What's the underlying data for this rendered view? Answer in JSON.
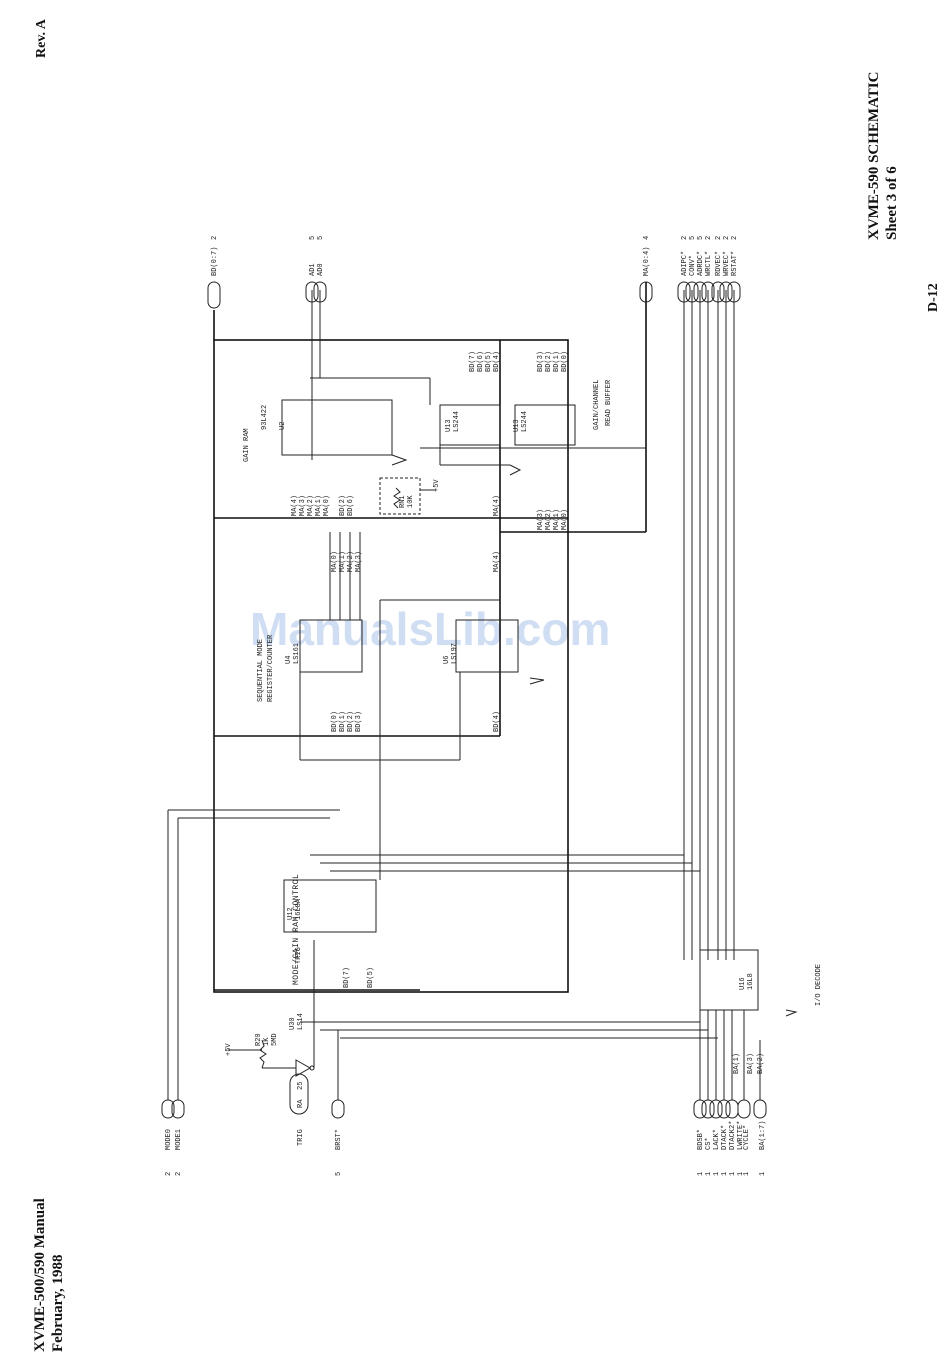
{
  "header": {
    "revision": "Rev. A",
    "manual_title": "XVME-500/590 Manual",
    "manual_date": "February, 1988",
    "schematic_title": "XVME-590 SCHEMATIC",
    "schematic_sheet": "Sheet 3 of 6",
    "page_number": "D-12"
  },
  "watermark": "ManualsLib.com",
  "blocks": {
    "mode_control": "MODE/GAIN RAM CONTROL",
    "sequential_1": "SEQUENTIAL MODE",
    "sequential_2": "REGISTER/COUNTER",
    "gain_ram": "GAIN RAM",
    "read_buffer_1": "GAIN/CHANNEL",
    "read_buffer_2": "READ BUFFER",
    "io_decode": "I/O DECODE"
  },
  "components": {
    "u12": "U12",
    "u12_type": "16L8A",
    "u16": "U16",
    "u16_type": "16L8",
    "u4": "U4",
    "u4_type": "LS161",
    "u6": "U6",
    "u6_type": "LS197",
    "u2": "U2",
    "u2_type": "93L422",
    "u13a": "U13",
    "u13a_type": "LS244",
    "u13b": "U13",
    "u13b_type": "LS244",
    "u30": "U30",
    "u30_type": "LS14",
    "rn1": "RN1",
    "rn1_value": "10K",
    "r20": "R20",
    "r20_value": "1K",
    "r20_extra": "5MD",
    "vcc": "+5V"
  },
  "signals_left": [
    {
      "name": "MODE0",
      "sheet": "2"
    },
    {
      "name": "MODE1",
      "sheet": "2"
    },
    {
      "name": "TRIG",
      "sheet": ""
    },
    {
      "name": "BRST*",
      "sheet": "5"
    },
    {
      "name": "BDSB*",
      "sheet": "1"
    },
    {
      "name": "CS*",
      "sheet": "1"
    },
    {
      "name": "LACK*",
      "sheet": "1"
    },
    {
      "name": "DTACK*",
      "sheet": "1"
    },
    {
      "name": "DTACK2*",
      "sheet": "1"
    },
    {
      "name": "LWRITE*",
      "sheet": "1"
    },
    {
      "name": "CYCLE*",
      "sheet": "1"
    },
    {
      "name": "BA(1:7)",
      "sheet": "1"
    }
  ],
  "signals_right": [
    {
      "name": "BD(0:7)",
      "sheet": "2"
    },
    {
      "name": "AD1",
      "sheet": "5"
    },
    {
      "name": "AD0",
      "sheet": "5"
    },
    {
      "name": "MA(0:4)",
      "sheet": "4"
    },
    {
      "name": "ADIPC*",
      "sheet": "2"
    },
    {
      "name": "CONV*",
      "sheet": "5"
    },
    {
      "name": "ADRDC*",
      "sheet": "5"
    },
    {
      "name": "WRCTL*",
      "sheet": "2"
    },
    {
      "name": "RDVEC*",
      "sheet": "2"
    },
    {
      "name": "WRVEC*",
      "sheet": "2"
    },
    {
      "name": "RSTAT*",
      "sheet": "2"
    }
  ],
  "bus_labels": {
    "bd7": "BD(7)",
    "bd5": "BD(5)",
    "bd0": "BD(0)",
    "bd1": "BD(1)",
    "bd2": "BD(2)",
    "bd3": "BD(3)",
    "bd4": "BD(4)",
    "bd6": "BD(6)",
    "ma4": "MA(4)",
    "ma3": "MA(3)",
    "ma2": "MA(2)",
    "ma1": "MA(1)",
    "ma0": "MA(0)",
    "ba1": "BA(1)",
    "ba2": "BA(2)",
    "ba3": "BA(3)",
    "ra": "RA",
    "ra_sheet": "25"
  }
}
